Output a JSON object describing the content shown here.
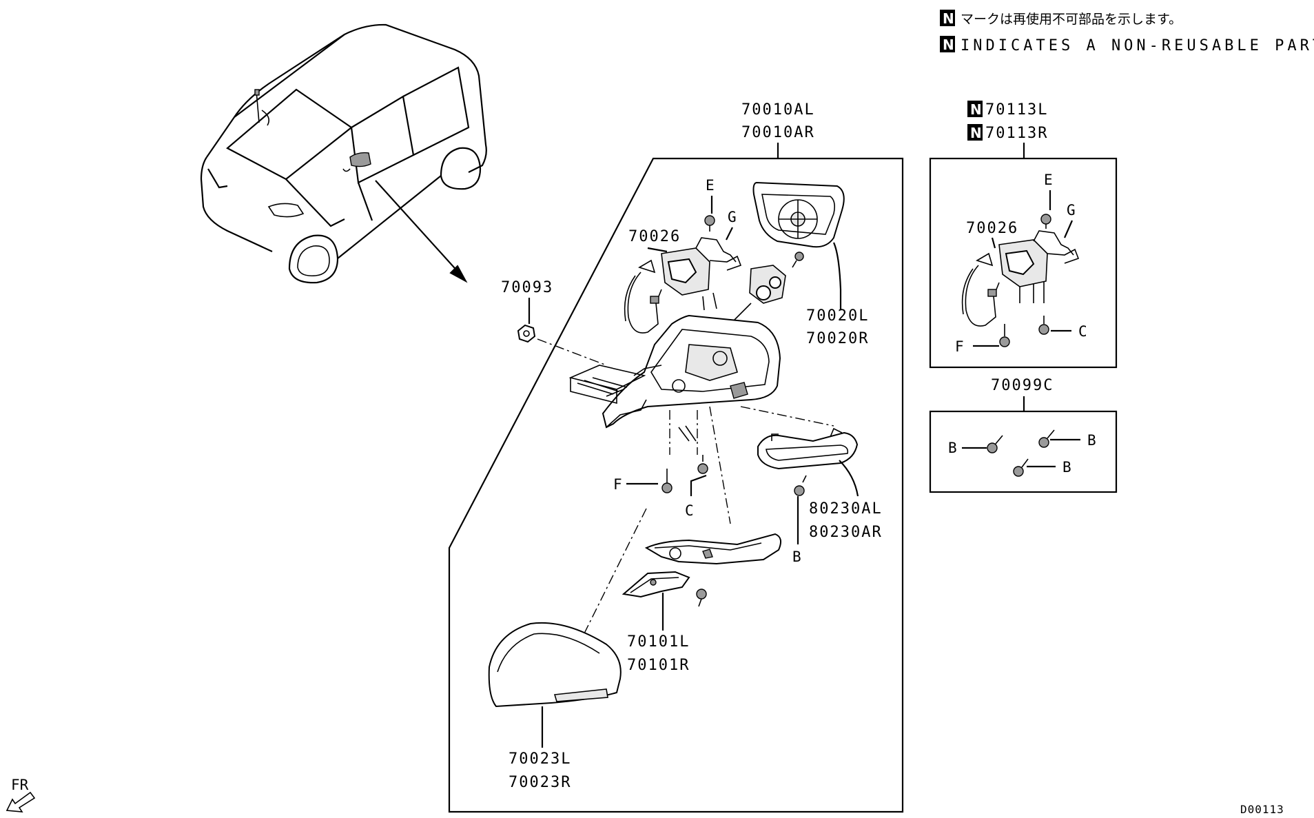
{
  "legend": {
    "n_mark": "N",
    "japanese": "マークは再使用不可部品を示します。",
    "english": "INDICATES A NON-REUSABLE PART."
  },
  "labels": {
    "assembly_l": "70010AL",
    "assembly_r": "70010AR",
    "p70093": "70093",
    "p70026_main": "70026",
    "e_main": "E",
    "g_main": "G",
    "p70020l": "70020L",
    "p70020r": "70020R",
    "f_main": "F",
    "c_main": "C",
    "p80230al": "80230AL",
    "p80230ar": "80230AR",
    "b_main": "B",
    "p70101l": "70101L",
    "p70101r": "70101R",
    "p70023l": "70023L",
    "p70023r": "70023R",
    "p70113l": "70113L",
    "p70113r": "70113R",
    "p70026_sub": "70026",
    "e_sub": "E",
    "g_sub": "G",
    "f_sub": "F",
    "c_sub": "C",
    "p70099c": "70099C",
    "b1": "B",
    "b2": "B",
    "b3": "B",
    "fr": "FR",
    "diagram_code": "D00113"
  }
}
